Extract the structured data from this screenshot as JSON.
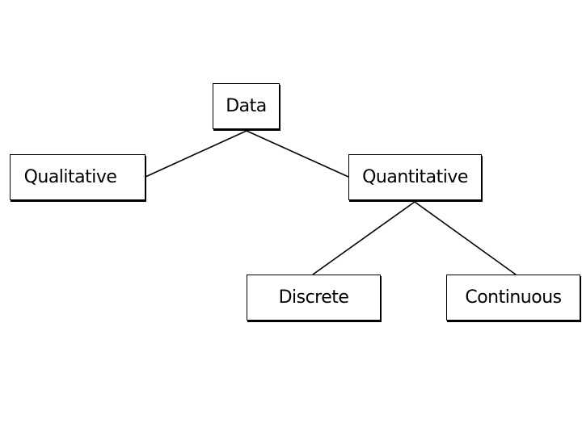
{
  "diagram": {
    "type": "tree",
    "nodes": {
      "root": "Data",
      "qualitative": "Qualitative",
      "quantitative": "Quantitative",
      "discrete": "Discrete",
      "continuous": "Continuous"
    },
    "edges": [
      [
        "Data",
        "Qualitative"
      ],
      [
        "Data",
        "Quantitative"
      ],
      [
        "Quantitative",
        "Discrete"
      ],
      [
        "Quantitative",
        "Continuous"
      ]
    ]
  }
}
